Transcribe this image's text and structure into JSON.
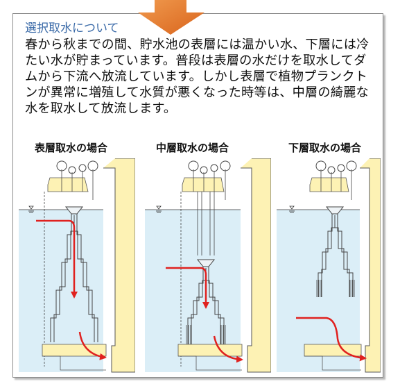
{
  "title": "選択取水について",
  "body": "春から秋までの間、貯水池の表層には温かい水、下層には冷たい水が貯まっています。普段は表層の水だけを取水してダムから下流へ放流しています。しかし表層で植物プランクトンが異常に増殖して水質が悪くなった時等は、中層の綺麗な水を取水して放流します。",
  "diagrams": [
    {
      "label": "表層取水の場合"
    },
    {
      "label": "中層取水の場合"
    },
    {
      "label": "下層取水の場合"
    }
  ],
  "colors": {
    "water": "#dbeef7",
    "dam": "#fdf2b4",
    "flow_arrow": "#e0211f",
    "title_text": "#3a6aa8",
    "top_arrow": "#e6782a"
  },
  "icons": {
    "top_arrow": "arrow-down-icon",
    "water_level": "water-level-mark-icon"
  }
}
